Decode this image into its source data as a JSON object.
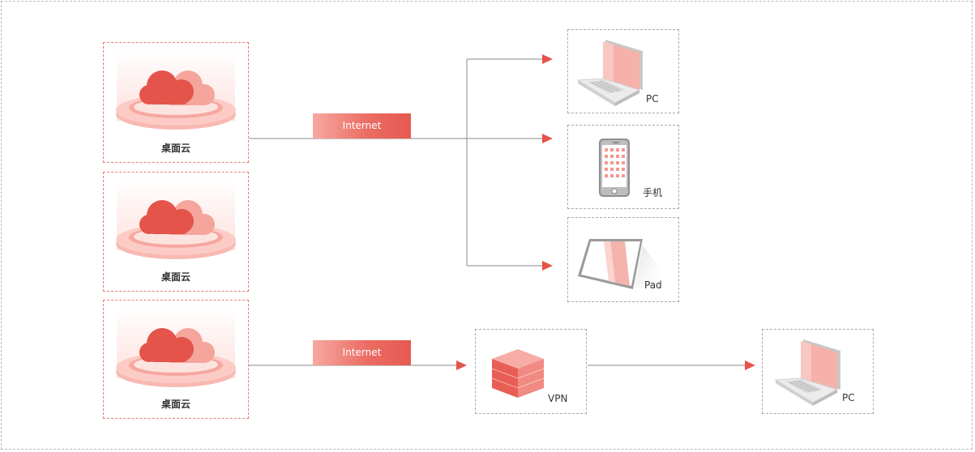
{
  "clouds": [
    {
      "label": "桌面云"
    },
    {
      "label": "桌面云"
    },
    {
      "label": "桌面云"
    }
  ],
  "connections": [
    {
      "label": "Internet"
    },
    {
      "label": "Internet"
    }
  ],
  "devices": {
    "pc": {
      "label": "PC",
      "icon": "laptop-icon"
    },
    "phone": {
      "label": "手机",
      "icon": "phone-icon"
    },
    "pad": {
      "label": "Pad",
      "icon": "tablet-icon"
    },
    "vpn": {
      "label": "VPN",
      "icon": "cube-icon"
    },
    "pc_remote": {
      "label": "PC",
      "icon": "laptop-icon"
    }
  },
  "colors": {
    "accent": "#e6534a",
    "line": "#8a8a8a",
    "dashed_border": "#e57a73"
  }
}
